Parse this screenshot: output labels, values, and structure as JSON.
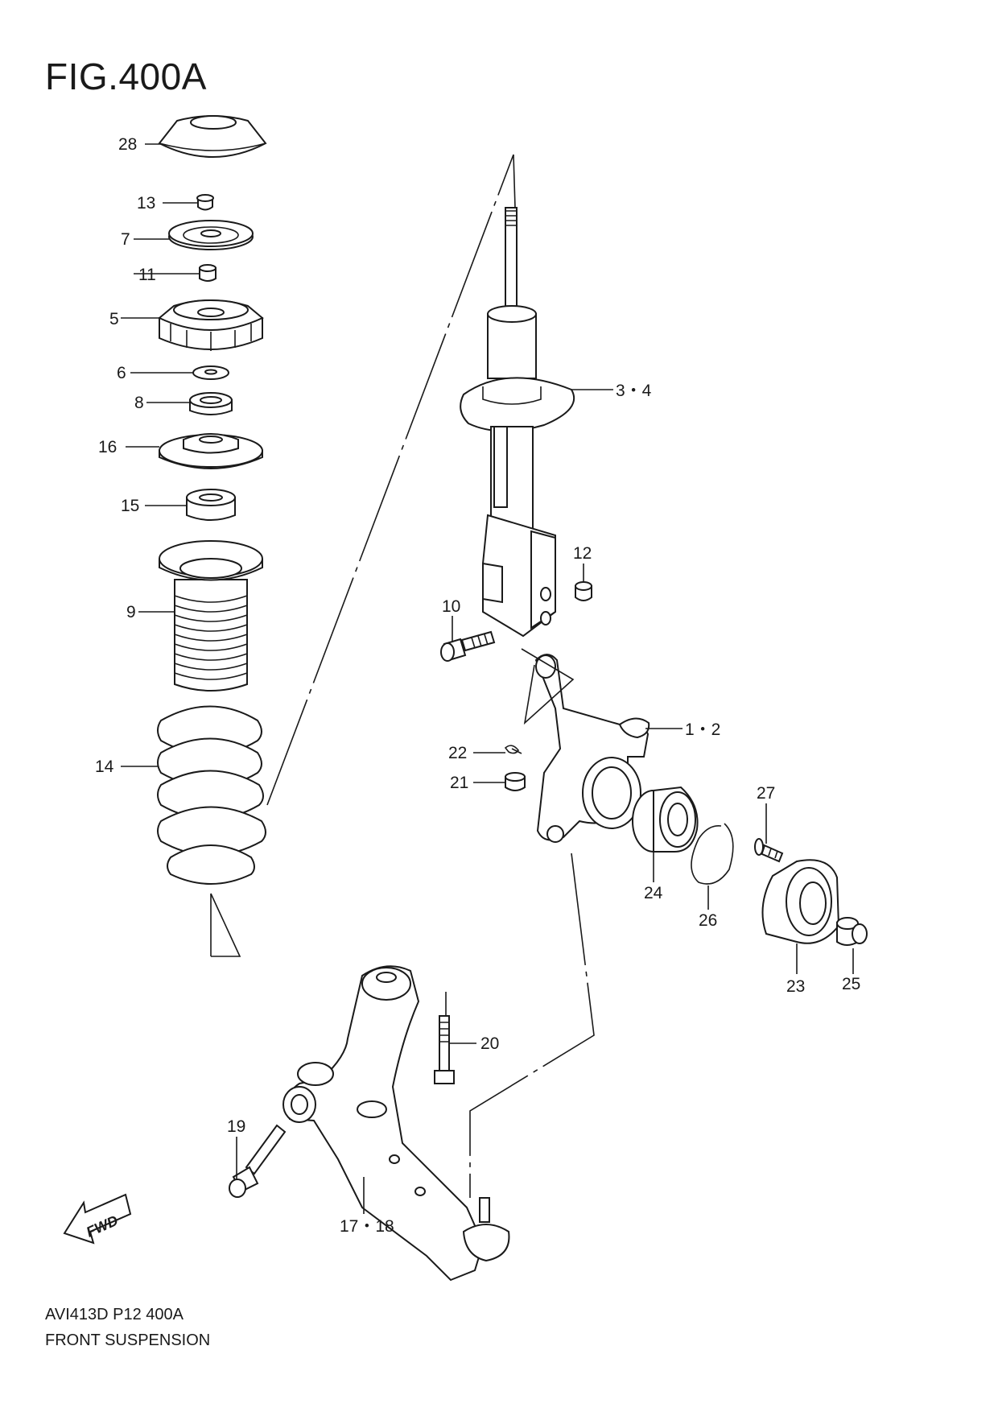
{
  "figure": {
    "title": "FIG.400A"
  },
  "footer": {
    "code": "AVI413D P12 400A",
    "name": "FRONT SUSPENSION"
  },
  "fwd_label": "FWD",
  "callouts": {
    "c28": "28",
    "c13": "13",
    "c7": "7",
    "c11": "11",
    "c5": "5",
    "c6": "6",
    "c8": "8",
    "c16": "16",
    "c15": "15",
    "c9": "9",
    "c14": "14",
    "c34": "3・4",
    "c12": "12",
    "c10": "10",
    "c12b": "1・2",
    "c22": "22",
    "c21": "21",
    "c27": "27",
    "c24": "24",
    "c26": "26",
    "c23": "23",
    "c25": "25",
    "c20": "20",
    "c19": "19",
    "c1718": "17・18"
  }
}
